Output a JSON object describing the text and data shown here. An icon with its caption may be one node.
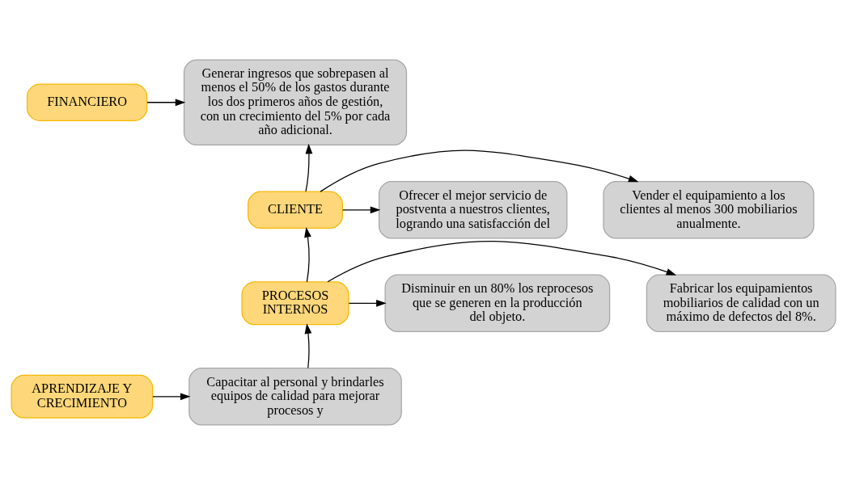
{
  "diagram": {
    "nodes": [
      {
        "text": [
          "FINANCIERO"
        ]
      },
      {
        "text": [
          "Generar ingresos que sobrepasen al menos el 50% de los gastos durante los dos primeros años de gestión, con un crecimiento del 5% por cada año adicional."
        ]
      },
      {
        "text": [
          "Vender el equipamiento a los clientes al menos 300 mobiliarios anualmente."
        ]
      },
      {
        "text": [
          "CLIENTE"
        ]
      },
      {
        "text": [
          "Ofrecer el mejor servicio de postventa a nuestros clientes, logrando una satisfacción del"
        ]
      },
      {
        "text": [
          "Fabricar los equipamientos mobiliarios de calidad con un máximo de defectos del 8%."
        ]
      },
      {
        "text": [
          "PROCESOS INTERNOS"
        ]
      },
      {
        "text": [
          "Disminuir en un 80% los reprocesos que se generen en la producción del objeto."
        ]
      },
      {
        "text": [
          "APRENDIZAJE Y CRECIMIENTO"
        ]
      },
      {
        "text": [
          "Capacitar al personal y brindarles equipos de calidad para mejorar procesos y"
        ]
      }
    ],
    "edges": [
      {
        "from": 0,
        "to": 1,
        "arrow": "to"
      },
      {
        "from": 3,
        "to": 1,
        "arrow": "to"
      },
      {
        "from": 3,
        "to": 2,
        "arrow": "to"
      },
      {
        "from": 3,
        "to": 4,
        "arrow": "to"
      },
      {
        "from": 6,
        "to": 3,
        "arrow": "to"
      },
      {
        "from": 6,
        "to": 5,
        "arrow": "to"
      },
      {
        "from": 6,
        "to": 7,
        "arrow": "to"
      },
      {
        "from": 9,
        "to": 6,
        "arrow": "to"
      },
      {
        "from": 8,
        "to": 9,
        "arrow": "to"
      }
    ]
  }
}
